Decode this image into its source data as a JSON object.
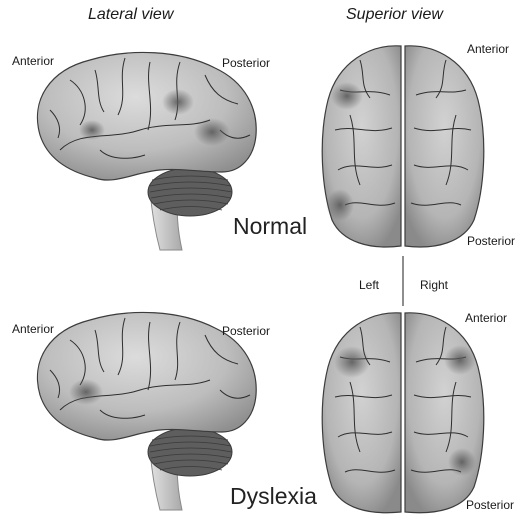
{
  "titles": {
    "lateral": "Lateral view",
    "superior": "Superior view"
  },
  "labels": {
    "anterior": "Anterior",
    "posterior": "Posterior",
    "left": "Left",
    "right": "Right"
  },
  "conditions": {
    "normal": "Normal",
    "dyslexia": "Dyslexia"
  },
  "colors": {
    "brain_fill": "#b9b9b9",
    "brain_light": "#d4d4d4",
    "brain_shadow": "#8e8e8e",
    "activation": "#6f6f6f",
    "cerebellum": "#5e5e5e",
    "stem": "#c8c8c8",
    "outline": "#3c3c3c"
  }
}
